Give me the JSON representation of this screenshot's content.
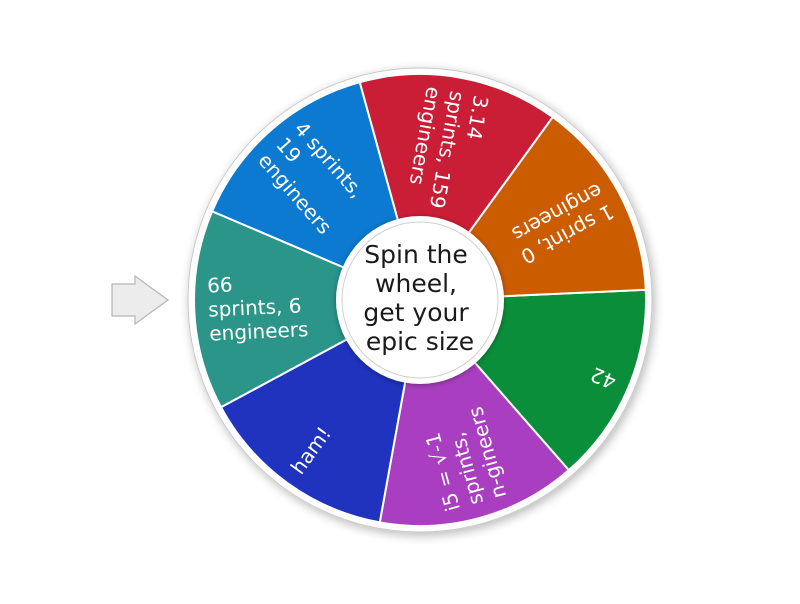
{
  "wheel": {
    "center_prompt": [
      "Spin the",
      "wheel,",
      "get your",
      "epic size"
    ],
    "pointer": {
      "icon": "pointer-arrow-icon",
      "fill": "#ececec",
      "stroke": "#b5b5b5"
    },
    "segments": [
      {
        "label_lines": [
          "42"
        ],
        "color": "#0b8e3a"
      },
      {
        "label_lines": [
          "i5 = √-1",
          "sprints,",
          "n-gineers"
        ],
        "color": "#a93fc0"
      },
      {
        "label_lines": [
          "ham!"
        ],
        "color": "#1f33be"
      },
      {
        "label_lines": [
          "66",
          "sprints, 6",
          "engineers"
        ],
        "color": "#2b958a"
      },
      {
        "label_lines": [
          "4 sprints,",
          "19",
          "engineers"
        ],
        "color": "#0b7ad0"
      },
      {
        "label_lines": [
          "3.14",
          "sprints, 159",
          "engineers"
        ],
        "color": "#c91e36"
      },
      {
        "label_lines": [
          "1 sprint, 0",
          "engineers"
        ],
        "color": "#cc5c00"
      }
    ]
  }
}
